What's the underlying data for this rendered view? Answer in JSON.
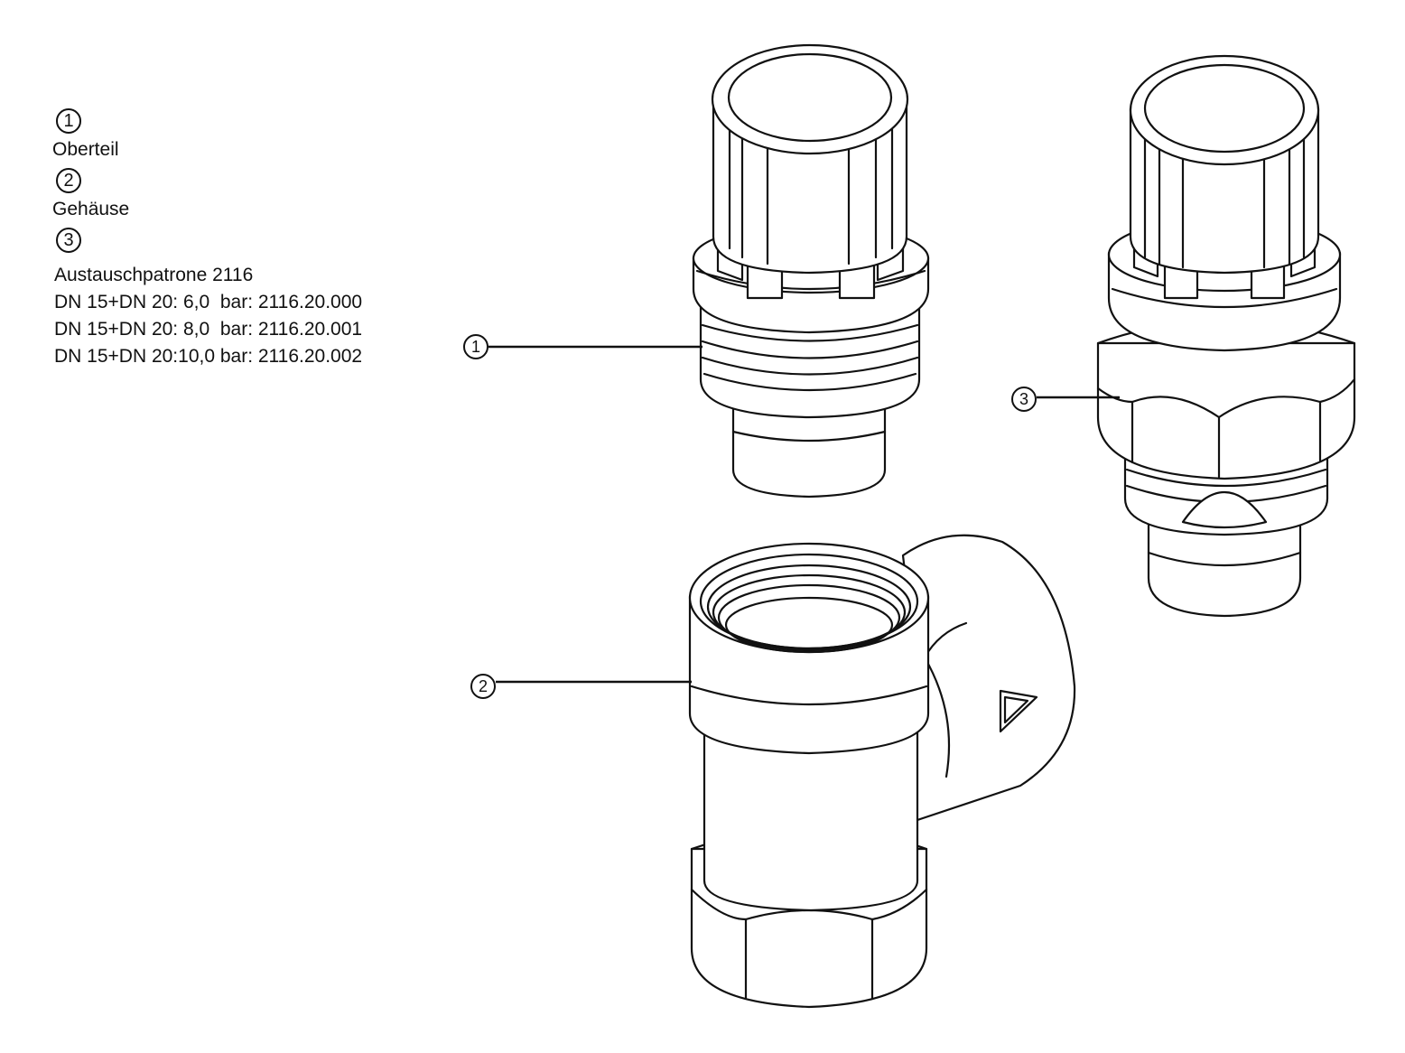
{
  "legend": {
    "items": [
      {
        "number": "1",
        "label": "Oberteil"
      },
      {
        "number": "2",
        "label": "Gehäuse"
      },
      {
        "number": "3",
        "label": ""
      }
    ],
    "cartridge_title": "Austauschpatrone 2116",
    "cartridge_lines": [
      "DN 15+DN 20: 6,0  bar: 2116.20.000",
      "DN 15+DN 20: 8,0  bar: 2116.20.001",
      "DN 15+DN 20:10,0 bar: 2116.20.002"
    ]
  },
  "callouts": {
    "c1": "1",
    "c2": "2",
    "c3": "3"
  }
}
